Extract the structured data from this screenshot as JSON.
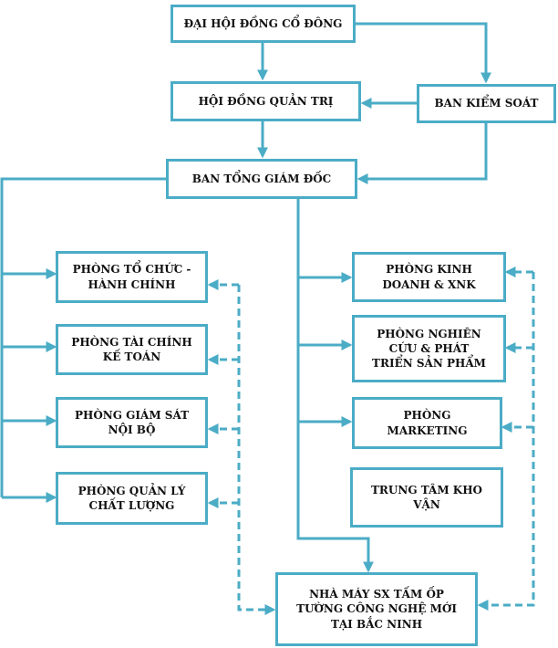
{
  "boxes": {
    "shareholders": [
      "ĐẠI HỘI ĐỒNG CỔ ĐÔNG"
    ],
    "board": [
      "HỘI ĐỒNG QUẢN TRỊ"
    ],
    "supervisory": [
      "BAN KIỂM SOÁT"
    ],
    "ceo": [
      "BAN TỔNG GIÁM ĐỐC"
    ],
    "hr_admin": [
      "PHÒNG TỔ CHỨC -",
      "HÀNH CHÍNH"
    ],
    "finance": [
      "PHÒNG TÀI CHÍNH",
      "KẾ TOÁN"
    ],
    "audit": [
      "PHÒNG GIÁM SÁT",
      "NỘI BỘ"
    ],
    "quality": [
      "PHÒNG QUẢN LÝ",
      "CHẤT LƯỢNG"
    ],
    "sales": [
      "PHÒNG KINH",
      "DOANH & XNK"
    ],
    "rnd": [
      "PHÒNG NGHIÊN",
      "CỨU & PHÁT",
      "TRIỂN SẢN PHẨM"
    ],
    "marketing": [
      "PHÒNG",
      "MARKETING"
    ],
    "logistics": [
      "TRUNG TÂM KHO",
      "VẬN"
    ],
    "factory": [
      "NHÀ MÁY SX TẤM ỐP",
      "TƯỜNG CÔNG NGHỆ MỚI",
      "TẠI BẮC NINH"
    ]
  },
  "colors": {
    "line": "#4bacc6",
    "text": "#111111"
  }
}
